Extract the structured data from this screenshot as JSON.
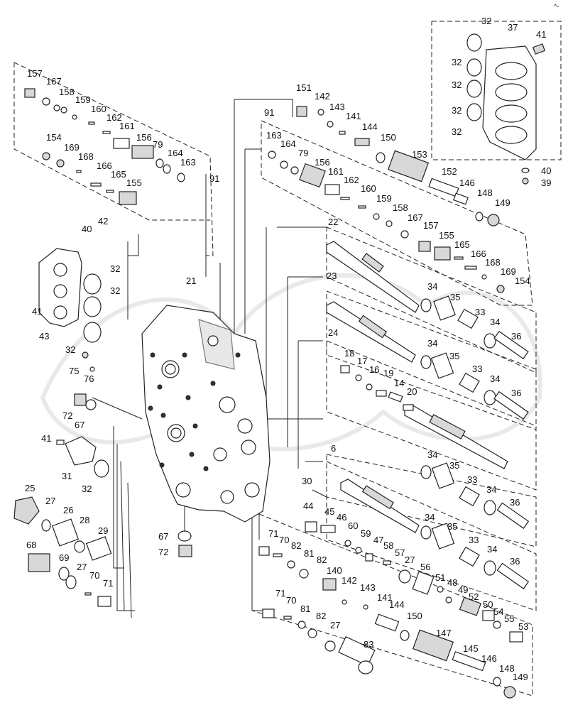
{
  "diagram": {
    "corner_mark": "^-",
    "callouts": [
      "157",
      "167",
      "158",
      "159",
      "160",
      "162",
      "161",
      "156",
      "79",
      "164",
      "163",
      "91",
      "154",
      "169",
      "168",
      "166",
      "165",
      "155",
      "151",
      "142",
      "143",
      "141",
      "144",
      "150",
      "153",
      "152",
      "146",
      "148",
      "149",
      "32",
      "37",
      "41",
      "40",
      "39",
      "42",
      "43",
      "21",
      "75",
      "76",
      "72",
      "67",
      "31",
      "25",
      "27",
      "26",
      "28",
      "29",
      "68",
      "69",
      "70",
      "71",
      "22",
      "23",
      "24",
      "18",
      "17",
      "16",
      "19",
      "14",
      "20",
      "34",
      "35",
      "33",
      "36",
      "6",
      "30",
      "44",
      "45",
      "46",
      "60",
      "59",
      "47",
      "58",
      "57",
      "56",
      "51",
      "48",
      "49",
      "52",
      "50",
      "54",
      "55",
      "53",
      "140",
      "83",
      "147",
      "145",
      "81",
      "82"
    ]
  }
}
